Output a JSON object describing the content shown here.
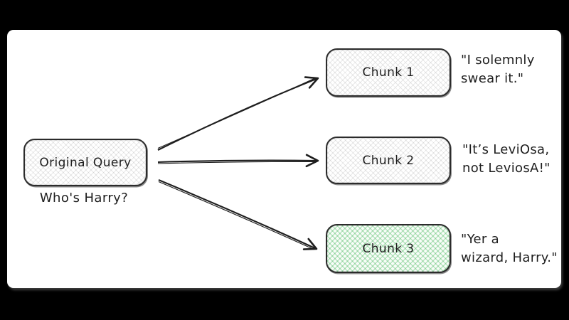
{
  "diagram": {
    "source": {
      "label": "Original Query",
      "caption": "Who's Harry?"
    },
    "chunks": [
      {
        "label": "Chunk 1",
        "fill": "gray",
        "quote_line1": "\"I solemnly",
        "quote_line2": "swear it.\""
      },
      {
        "label": "Chunk 2",
        "fill": "gray",
        "quote_line1": "\"It’s LeviOsa,",
        "quote_line2": "not LeviosA!\""
      },
      {
        "label": "Chunk 3",
        "fill": "green",
        "quote_line1": "\"Yer a",
        "quote_line2": "wizard, Harry.\""
      }
    ]
  },
  "colors": {
    "ink": "#1e1e1e",
    "stroke": "#2b2b2b",
    "hatch_gray_line": "#e8e8e8",
    "hatch_green_line": "#b2e5bb",
    "green_fill_bg": "#f9fdf9",
    "card_bg": "#ffffff",
    "page_bg": "#000000"
  }
}
